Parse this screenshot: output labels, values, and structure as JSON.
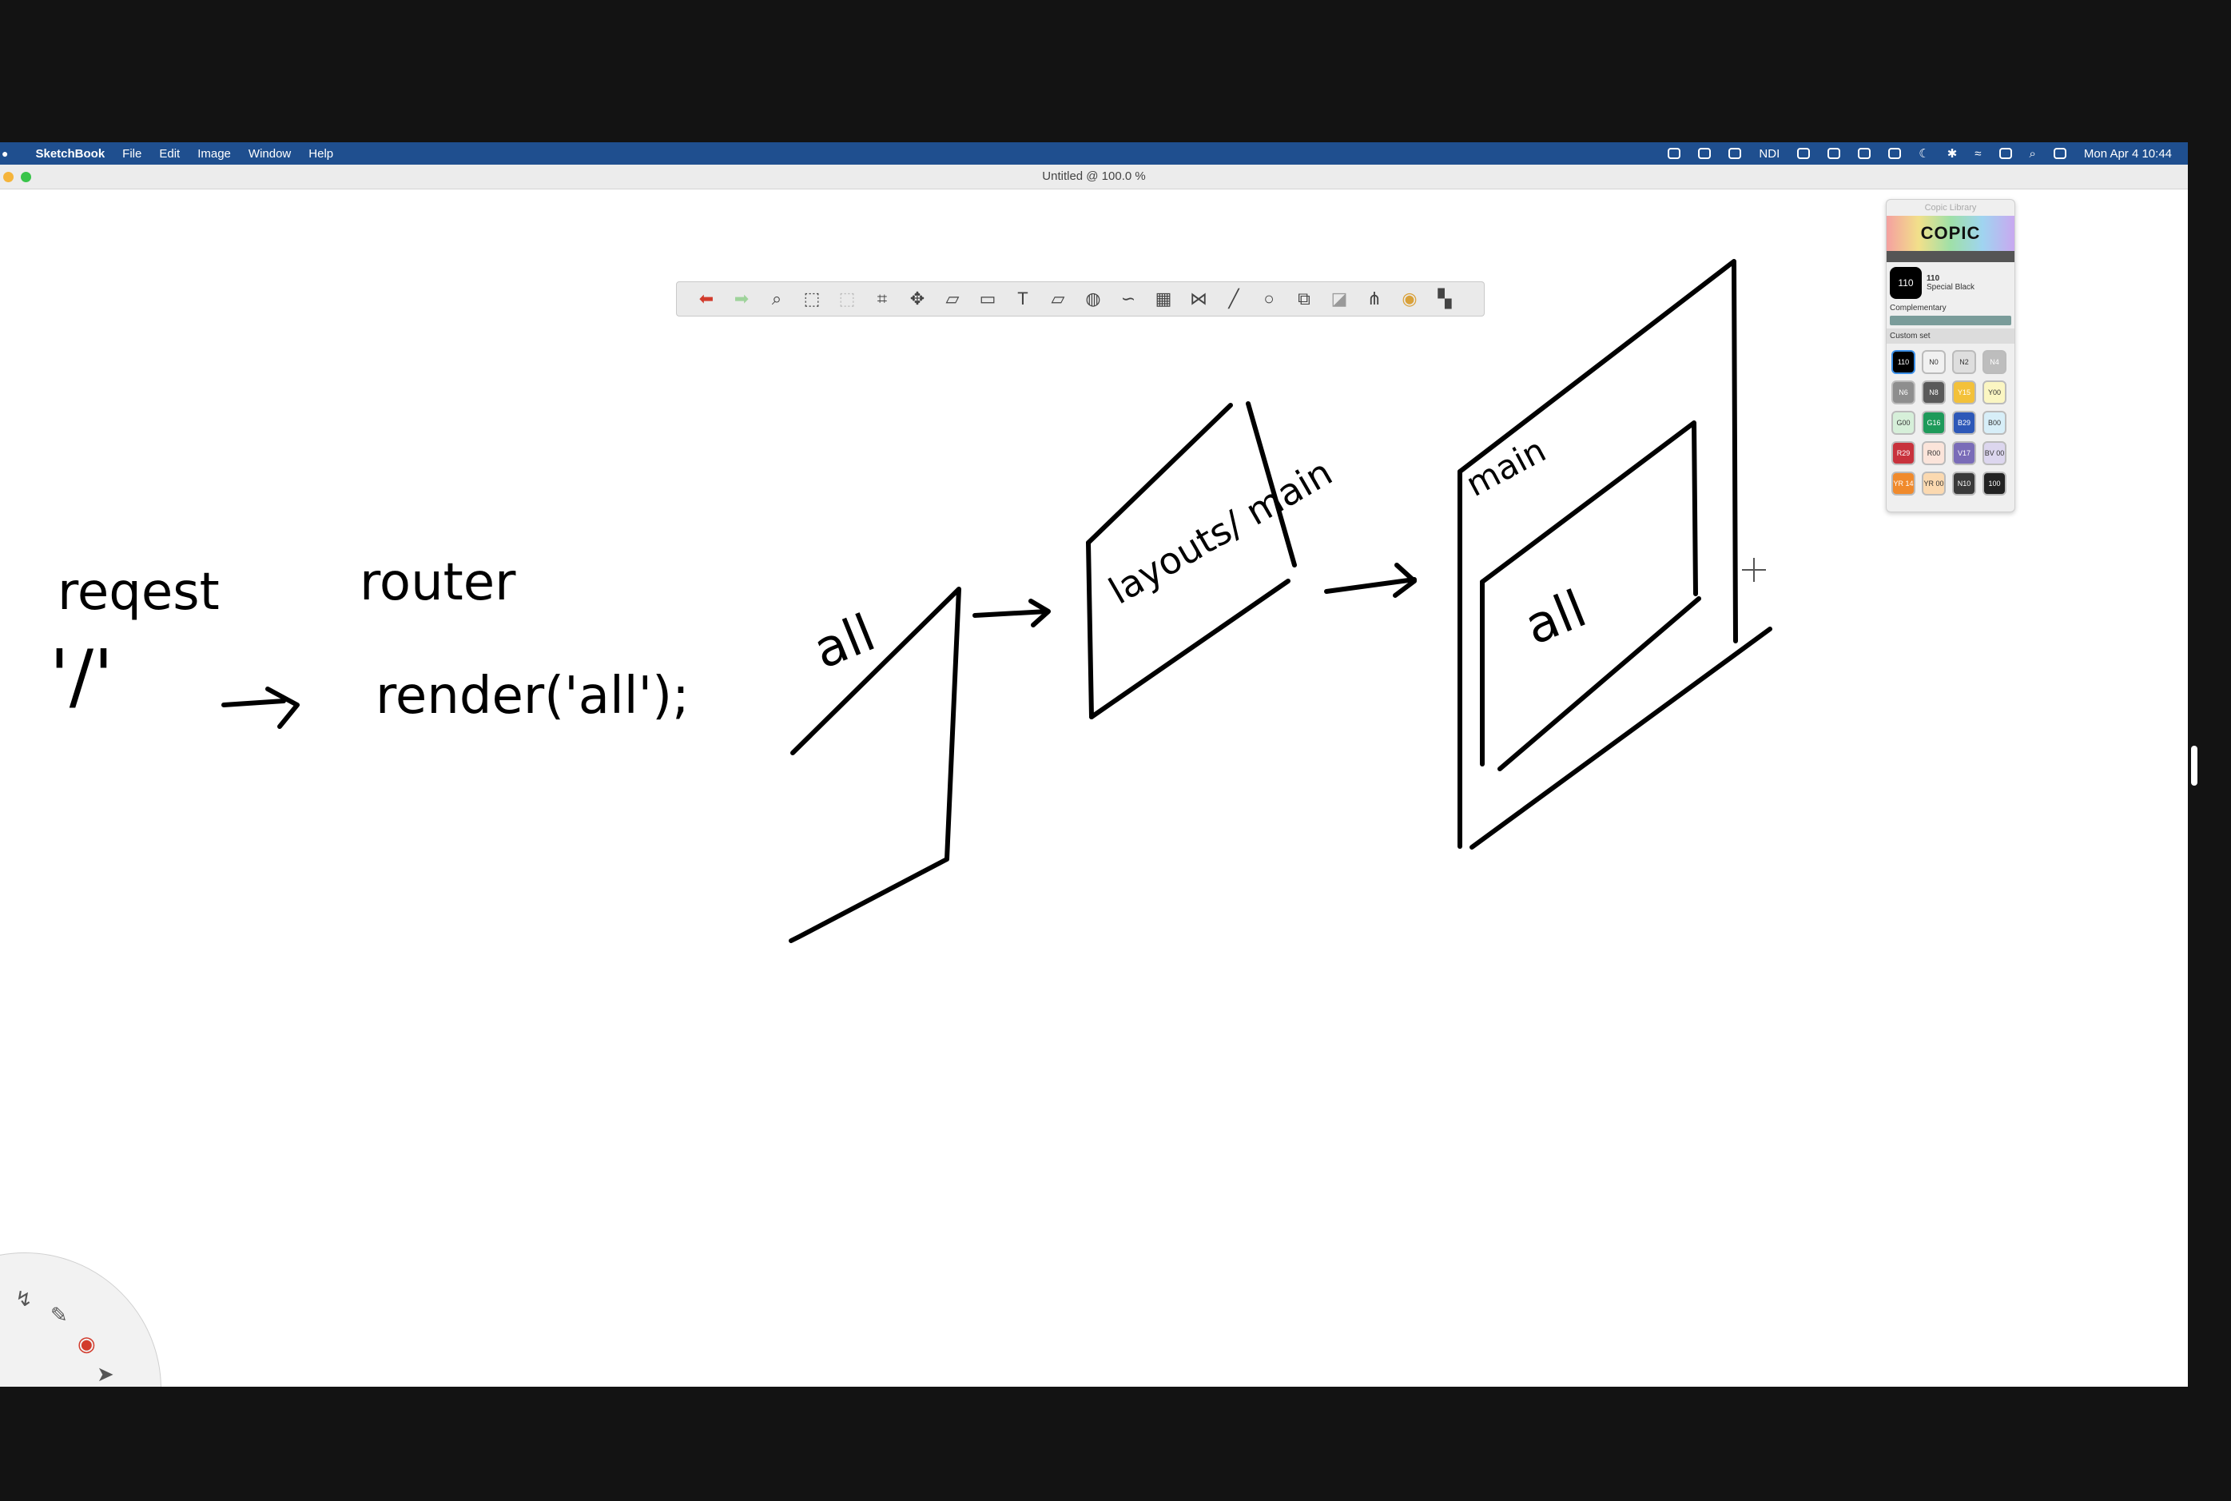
{
  "menubar": {
    "app": "SketchBook",
    "items": [
      "File",
      "Edit",
      "Image",
      "Window",
      "Help"
    ],
    "status_ndi": "NDI",
    "clock": "Mon Apr 4  10:44"
  },
  "window": {
    "title": "Untitled @ 100.0 %"
  },
  "copic": {
    "header": "Copic Library",
    "logo": "COPIC",
    "current_code": "110",
    "current_number": "110",
    "current_name": "Special Black",
    "complementary": "Complementary",
    "custom_set": "Custom set",
    "colors": [
      {
        "code": "110",
        "bg": "#000000",
        "fg": "#ffffff"
      },
      {
        "code": "N0",
        "bg": "#f1f1f1",
        "fg": "#333333"
      },
      {
        "code": "N2",
        "bg": "#dedede",
        "fg": "#333333"
      },
      {
        "code": "N4",
        "bg": "#bdbdbd",
        "fg": "#ffffff"
      },
      {
        "code": "N6",
        "bg": "#8e8e8e",
        "fg": "#ffffff"
      },
      {
        "code": "N8",
        "bg": "#5a5a5a",
        "fg": "#ffffff"
      },
      {
        "code": "Y15",
        "bg": "#f3c13a",
        "fg": "#ffffff"
      },
      {
        "code": "Y00",
        "bg": "#fbf6c2",
        "fg": "#333333"
      },
      {
        "code": "G00",
        "bg": "#d6efd9",
        "fg": "#333333"
      },
      {
        "code": "G16",
        "bg": "#1e9a5a",
        "fg": "#ffffff"
      },
      {
        "code": "B29",
        "bg": "#2d58b8",
        "fg": "#ffffff"
      },
      {
        "code": "B00",
        "bg": "#d7eef8",
        "fg": "#333333"
      },
      {
        "code": "R29",
        "bg": "#c8323c",
        "fg": "#ffffff"
      },
      {
        "code": "R00",
        "bg": "#fbe4da",
        "fg": "#333333"
      },
      {
        "code": "V17",
        "bg": "#7a6cb8",
        "fg": "#ffffff"
      },
      {
        "code": "BV 00",
        "bg": "#dcd6ee",
        "fg": "#333333"
      },
      {
        "code": "YR 14",
        "bg": "#f08a2c",
        "fg": "#ffffff"
      },
      {
        "code": "YR 00",
        "bg": "#fbd9b0",
        "fg": "#333333"
      },
      {
        "code": "N10",
        "bg": "#3a3a3a",
        "fg": "#ffffff"
      },
      {
        "code": "100",
        "bg": "#222222",
        "fg": "#ffffff"
      }
    ]
  },
  "toolbar": {
    "tools": [
      {
        "name": "undo-icon",
        "glyph": "⬅",
        "color": "#d23b2c"
      },
      {
        "name": "redo-icon",
        "glyph": "➡",
        "color": "#9fd39b"
      },
      {
        "name": "zoom-icon",
        "glyph": "⌕",
        "color": "#444444"
      },
      {
        "name": "select-icon",
        "glyph": "⬚",
        "color": "#444444"
      },
      {
        "name": "lasso-select-icon",
        "glyph": "⬚",
        "color": "#bbbbbb"
      },
      {
        "name": "crop-icon",
        "glyph": "⌗",
        "color": "#444444"
      },
      {
        "name": "transform-icon",
        "glyph": "✥",
        "color": "#444444"
      },
      {
        "name": "distort-icon",
        "glyph": "▱",
        "color": "#444444"
      },
      {
        "name": "layer-icon",
        "glyph": "▭",
        "color": "#444444"
      },
      {
        "name": "text-icon",
        "glyph": "T",
        "color": "#444444"
      },
      {
        "name": "ruler-icon",
        "glyph": "▱",
        "color": "#444444"
      },
      {
        "name": "ellipse-guide-icon",
        "glyph": "◍",
        "color": "#444444"
      },
      {
        "name": "french-curve-icon",
        "glyph": "∽",
        "color": "#444444"
      },
      {
        "name": "perspective-icon",
        "glyph": "▦",
        "color": "#444444"
      },
      {
        "name": "symmetry-icon",
        "glyph": "⋈",
        "color": "#444444"
      },
      {
        "name": "line-icon",
        "glyph": "╱",
        "color": "#444444"
      },
      {
        "name": "circle-icon",
        "glyph": "○",
        "color": "#444444"
      },
      {
        "name": "shape-icon",
        "glyph": "⧉",
        "color": "#444444"
      },
      {
        "name": "fill-icon",
        "glyph": "◪",
        "color": "#999999"
      },
      {
        "name": "brush-library-icon",
        "glyph": "⋔",
        "color": "#444444"
      },
      {
        "name": "color-wheel-icon",
        "glyph": "◉",
        "color": "#d9a13a"
      },
      {
        "name": "layer-editor-icon",
        "glyph": "▚",
        "color": "#444444"
      }
    ]
  },
  "sketch": {
    "texts": [
      "reqest",
      "router",
      "'/'",
      "render('all');",
      "all",
      "layouts/ main",
      "main",
      "all"
    ]
  }
}
